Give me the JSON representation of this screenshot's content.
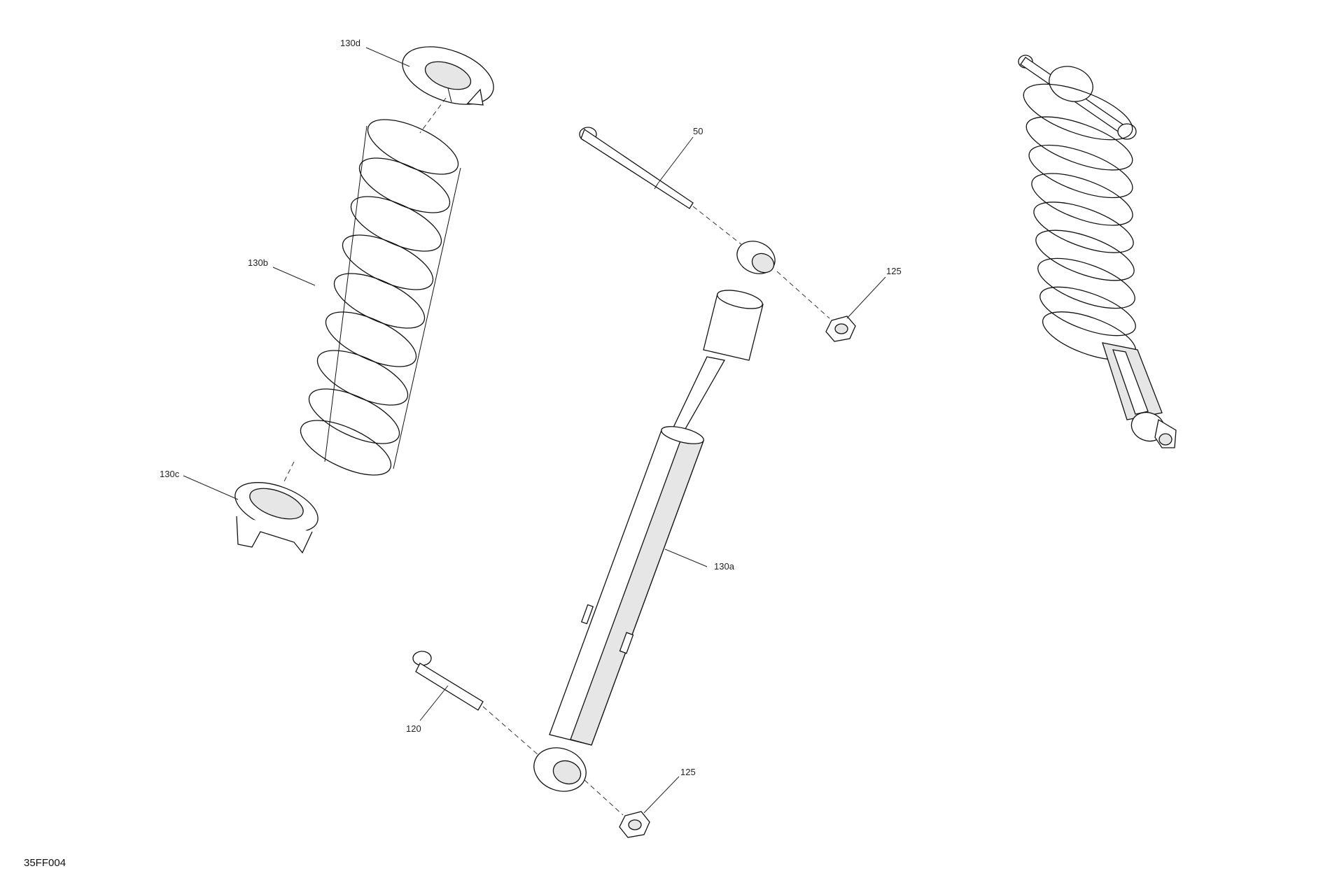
{
  "callouts": {
    "spring_seat_upper": "130d",
    "spring": "130b",
    "spring_seat_lower": "130c",
    "upper_bolt": "50",
    "upper_nut": "125",
    "shock_body": "130a",
    "lower_bolt": "120",
    "lower_nut": "125"
  },
  "figure_id": "35FF004"
}
